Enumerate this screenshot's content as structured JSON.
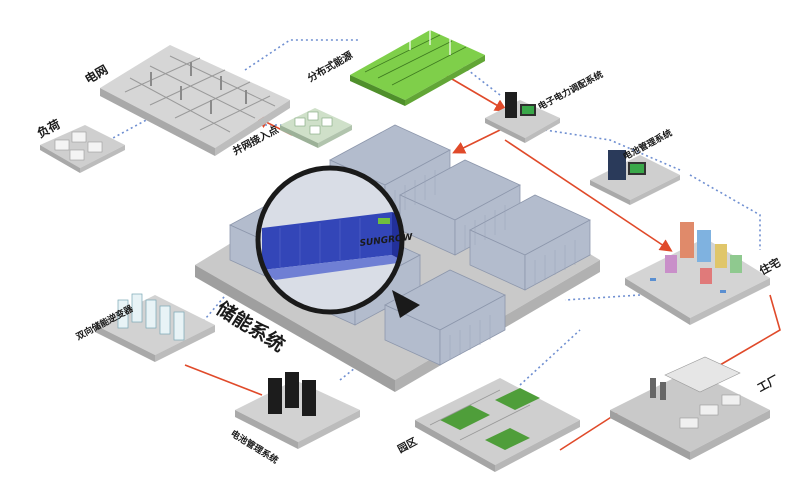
{
  "labels": {
    "power_grid": "电网",
    "load": "负荷",
    "distributed_energy": "分布式能源",
    "grid_connection_point": "并网接入点",
    "power_dispatch_system": "电子电力调配系统",
    "bms_top": "电池管理系统",
    "residential": "住宅",
    "factory": "工厂",
    "park": "园区",
    "bms_bottom": "电池管理系统",
    "bidirectional_converter": "双向储能逆变器",
    "storage_system": "储能系统",
    "container_logo": "SUNGROW"
  },
  "colors": {
    "platform_top": "#c9c9c9",
    "platform_side": "#a9a9a9",
    "container": "#b3bccd",
    "container_dark": "#8d97ac",
    "link_blue": "#6f8fd1",
    "link_red": "#e04a2a",
    "panel_green": "#6fbf3f",
    "highlight_container": "#3346b8"
  }
}
